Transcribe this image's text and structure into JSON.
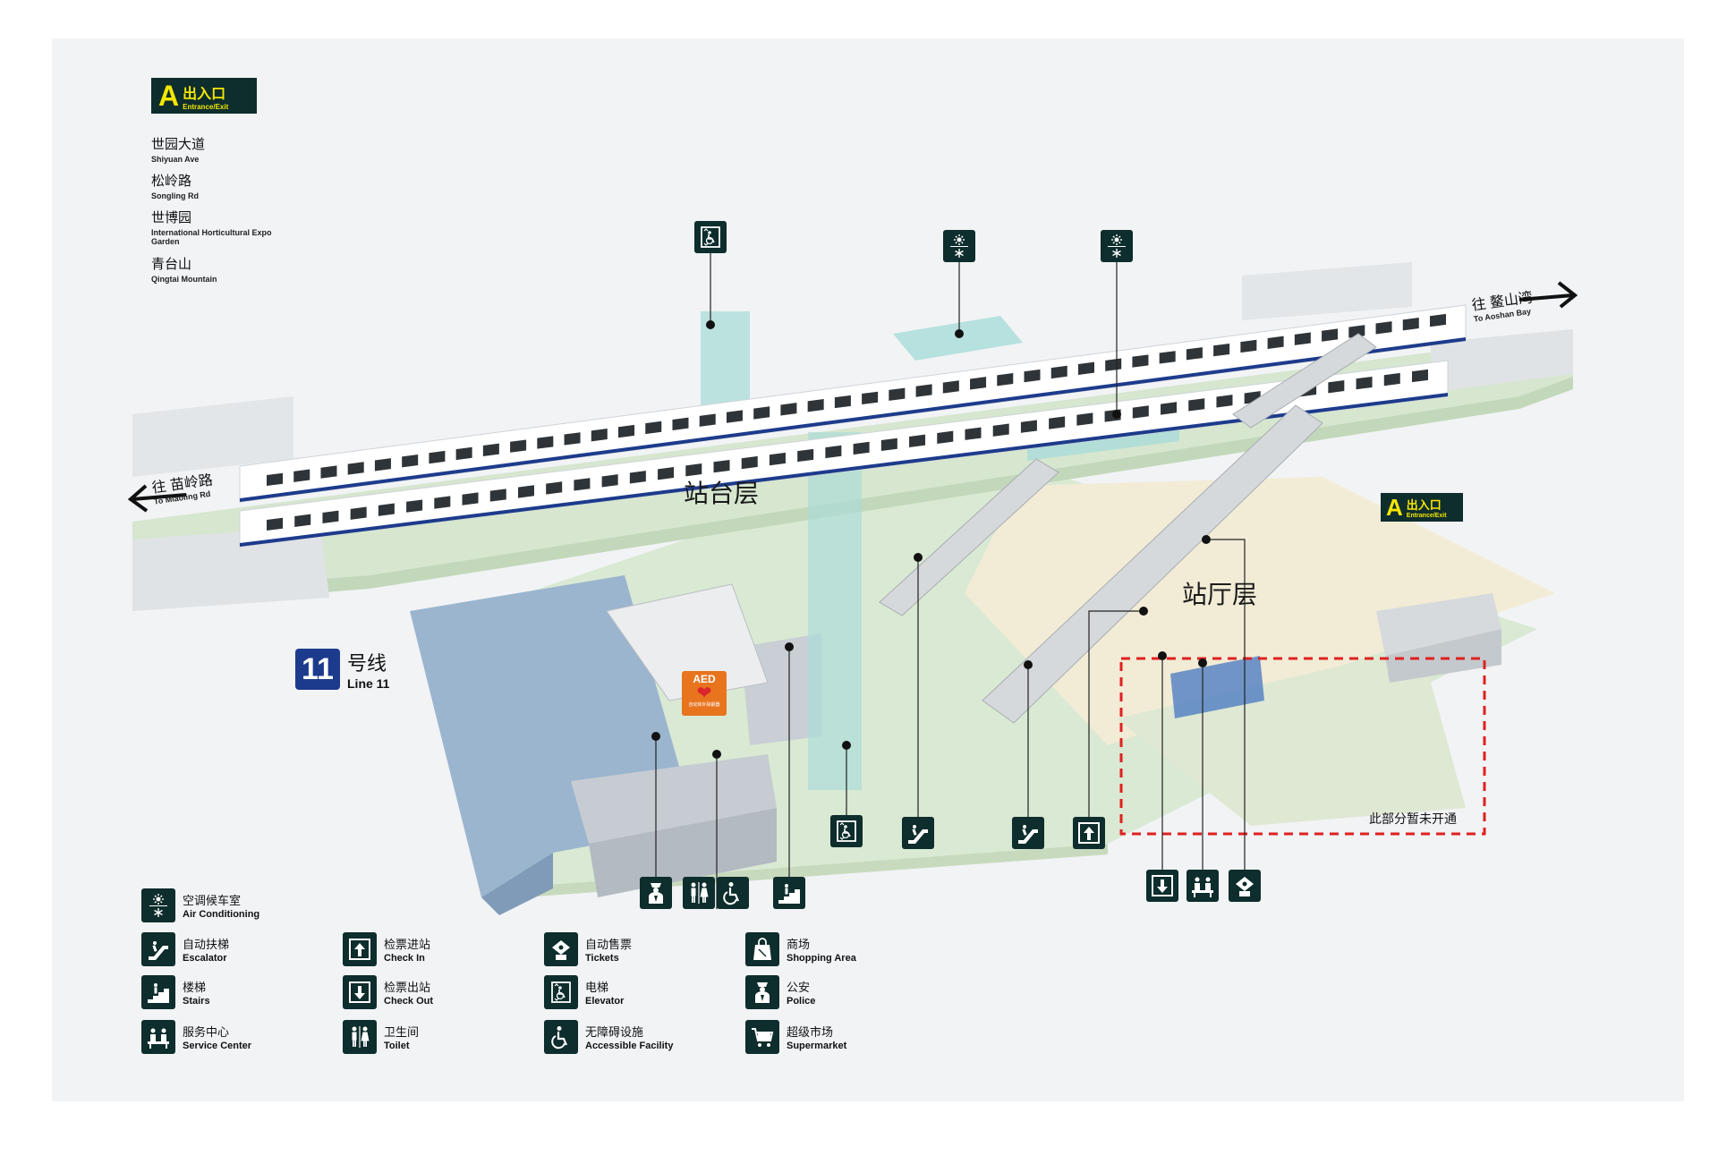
{
  "exit_top": {
    "letter": "A",
    "cn": "出入口",
    "en": "Entrance/Exit"
  },
  "exit_right": {
    "letter": "A",
    "cn": "出入口",
    "en": "Entrance/Exit"
  },
  "destinations": [
    {
      "cn": "世园大道",
      "en": "Shiyuan Ave"
    },
    {
      "cn": "松岭路",
      "en": "Songling Rd"
    },
    {
      "cn": "世博园",
      "en": "International Horticultural Expo Garden"
    },
    {
      "cn": "青台山",
      "en": "Qingtai Mountain"
    }
  ],
  "direction_left": {
    "cn": "往 苗岭路",
    "en": "To Miaoling Rd"
  },
  "direction_right": {
    "cn": "往 鳌山湾",
    "en": "To Aoshan Bay"
  },
  "floor_platform": "站台层",
  "floor_concourse": "站厅层",
  "line": {
    "number": "11",
    "cn": "号线",
    "en": "Line 11"
  },
  "aed": {
    "label": "AED",
    "sub": "自动体外除颤器"
  },
  "closed_area_note": "此部分暂未开通",
  "colors": {
    "sign_bg": "#0e2d2d",
    "sign_text": "#f3e600",
    "line_blue": "#1d3b8c",
    "platform_green": "#d9e9d3",
    "concourse_beige": "#f2ecd6",
    "glass_teal": "#a9dcd8",
    "closed_red": "#e02020",
    "aed_orange": "#e8741e"
  },
  "legend": [
    {
      "icon": "air-conditioning-icon",
      "cn": "空调候车室",
      "en": "Air Conditioning"
    },
    {
      "icon": "escalator-icon",
      "cn": "自动扶梯",
      "en": "Escalator"
    },
    {
      "icon": "stairs-icon",
      "cn": "楼梯",
      "en": "Stairs"
    },
    {
      "icon": "service-center-icon",
      "cn": "服务中心",
      "en": "Service Center"
    },
    {
      "icon": "check-in-icon",
      "cn": "检票进站",
      "en": "Check In"
    },
    {
      "icon": "check-out-icon",
      "cn": "检票出站",
      "en": "Check Out"
    },
    {
      "icon": "toilet-icon",
      "cn": "卫生间",
      "en": "Toilet"
    },
    {
      "icon": "tickets-icon",
      "cn": "自动售票",
      "en": "Tickets"
    },
    {
      "icon": "elevator-icon",
      "cn": "电梯",
      "en": "Elevator"
    },
    {
      "icon": "accessible-icon",
      "cn": "无障碍设施",
      "en": "Accessible Facility"
    },
    {
      "icon": "shopping-icon",
      "cn": "商场",
      "en": "Shopping Area"
    },
    {
      "icon": "police-icon",
      "cn": "公安",
      "en": "Police"
    },
    {
      "icon": "supermarket-icon",
      "cn": "超级市场",
      "en": "Supermarket"
    }
  ]
}
